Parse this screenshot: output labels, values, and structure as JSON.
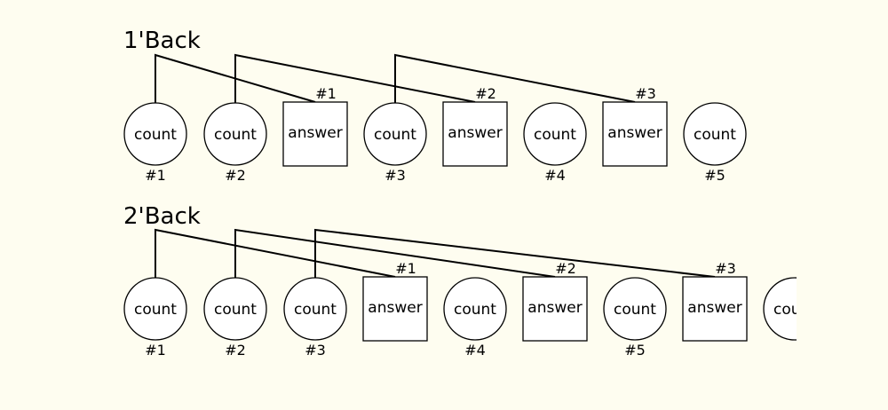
{
  "sections": [
    {
      "title": "1'Back",
      "nodes": [
        {
          "kind": "count",
          "label": "count",
          "number": "#1"
        },
        {
          "kind": "count",
          "label": "count",
          "number": "#2"
        },
        {
          "kind": "answer",
          "label": "answer",
          "number": "#1"
        },
        {
          "kind": "count",
          "label": "count",
          "number": "#3"
        },
        {
          "kind": "answer",
          "label": "answer",
          "number": "#2"
        },
        {
          "kind": "count",
          "label": "count",
          "number": "#4"
        },
        {
          "kind": "answer",
          "label": "answer",
          "number": "#3"
        },
        {
          "kind": "count",
          "label": "count",
          "number": "#5"
        }
      ],
      "links": [
        {
          "from": 0,
          "to": 2
        },
        {
          "from": 1,
          "to": 4
        },
        {
          "from": 3,
          "to": 6
        }
      ]
    },
    {
      "title": "2'Back",
      "nodes": [
        {
          "kind": "count",
          "label": "count",
          "number": "#1"
        },
        {
          "kind": "count",
          "label": "count",
          "number": "#2"
        },
        {
          "kind": "count",
          "label": "count",
          "number": "#3"
        },
        {
          "kind": "answer",
          "label": "answer",
          "number": "#1"
        },
        {
          "kind": "count",
          "label": "count",
          "number": "#4"
        },
        {
          "kind": "answer",
          "label": "answer",
          "number": "#2"
        },
        {
          "kind": "count",
          "label": "count",
          "number": "#5"
        },
        {
          "kind": "answer",
          "label": "answer",
          "number": "#3"
        },
        {
          "kind": "count",
          "label": "count",
          "number": ""
        }
      ],
      "links": [
        {
          "from": 0,
          "to": 3
        },
        {
          "from": 1,
          "to": 5
        },
        {
          "from": 2,
          "to": 7
        }
      ]
    }
  ]
}
